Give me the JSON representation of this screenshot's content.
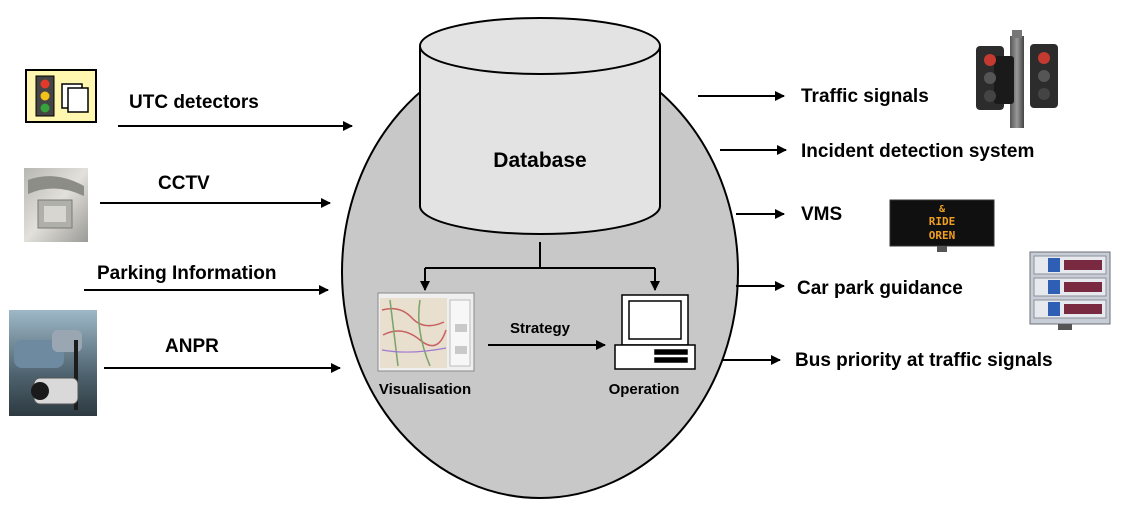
{
  "center": {
    "database_label": "Database",
    "visualisation_label": "Visualisation",
    "operation_label": "Operation",
    "strategy_label": "Strategy"
  },
  "inputs": [
    {
      "label": "UTC detectors",
      "icon": "traffic-light-detector-icon"
    },
    {
      "label": "CCTV",
      "icon": "cctv-photo"
    },
    {
      "label": "Parking Information",
      "icon": ""
    },
    {
      "label": "ANPR",
      "icon": "anpr-camera-photo"
    }
  ],
  "outputs": [
    {
      "label": "Traffic signals",
      "icon": "traffic-signal-photo"
    },
    {
      "label": "Incident detection system",
      "icon": ""
    },
    {
      "label": "VMS",
      "icon": "vms-sign-photo"
    },
    {
      "label": "Car park guidance",
      "icon": "car-park-sign-photo"
    },
    {
      "label": "Bus priority at traffic signals",
      "icon": ""
    }
  ],
  "vms_sign": {
    "line1": "&",
    "line2": "RIDE",
    "line3": "OREN"
  },
  "colors": {
    "ellipse_fill": "#c8c8c8",
    "ellipse_stroke": "#000000",
    "cylinder_fill": "#e3e3e3",
    "utc_icon_bg": "#fff7b0",
    "vms_text": "#f0a020"
  }
}
